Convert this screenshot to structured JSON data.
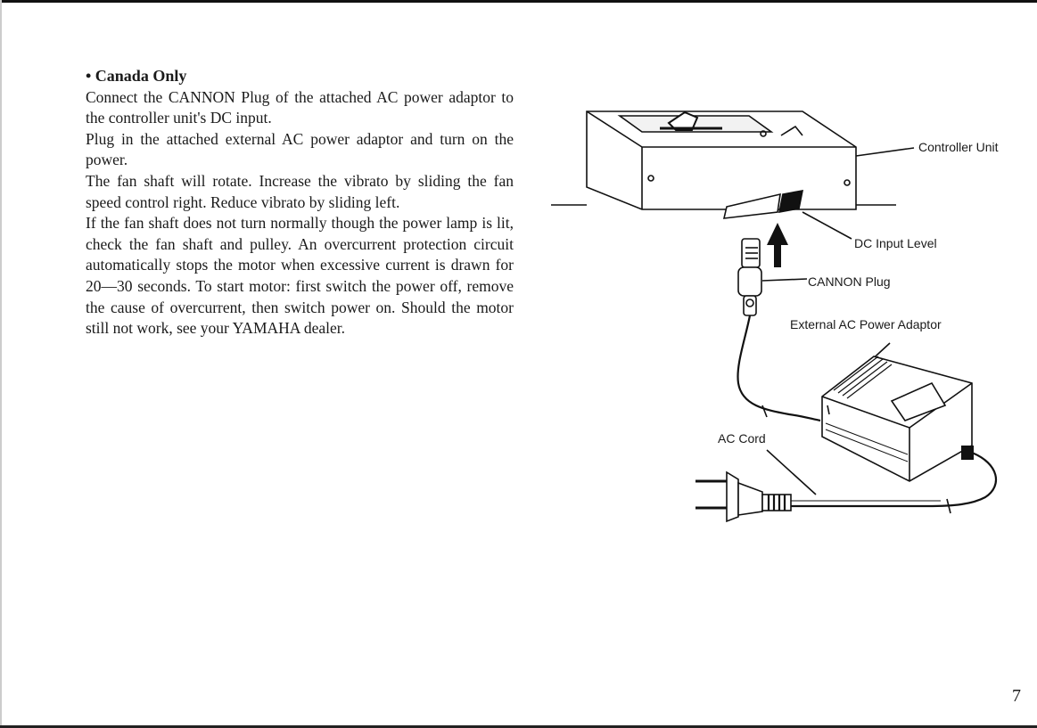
{
  "section": {
    "heading": "• Canada Only",
    "paragraphs": [
      "Connect the CANNON Plug of the attached AC power adaptor to the controller unit's DC input.",
      "Plug in the attached external AC power adaptor and turn on the power.",
      "The fan shaft will rotate. Increase the vibrato by sliding the fan speed control right. Reduce vibrato by sliding left.",
      "If the fan shaft does not turn normally though the power lamp is lit, check the fan shaft and pulley. An overcurrent protection circuit automatically stops the motor when excessive current is drawn for 20—30 seconds. To start motor: first switch the power off, remove the cause of overcurrent, then switch power on. Should the motor still not work, see your YAMAHA dealer."
    ]
  },
  "figure": {
    "labels": {
      "controller_unit": "Controller Unit",
      "dc_input_level": "DC Input Level",
      "cannon_plug": "CANNON Plug",
      "external_adaptor": "External AC Power Adaptor",
      "ac_cord": "AC Cord"
    }
  },
  "page_number": "7"
}
